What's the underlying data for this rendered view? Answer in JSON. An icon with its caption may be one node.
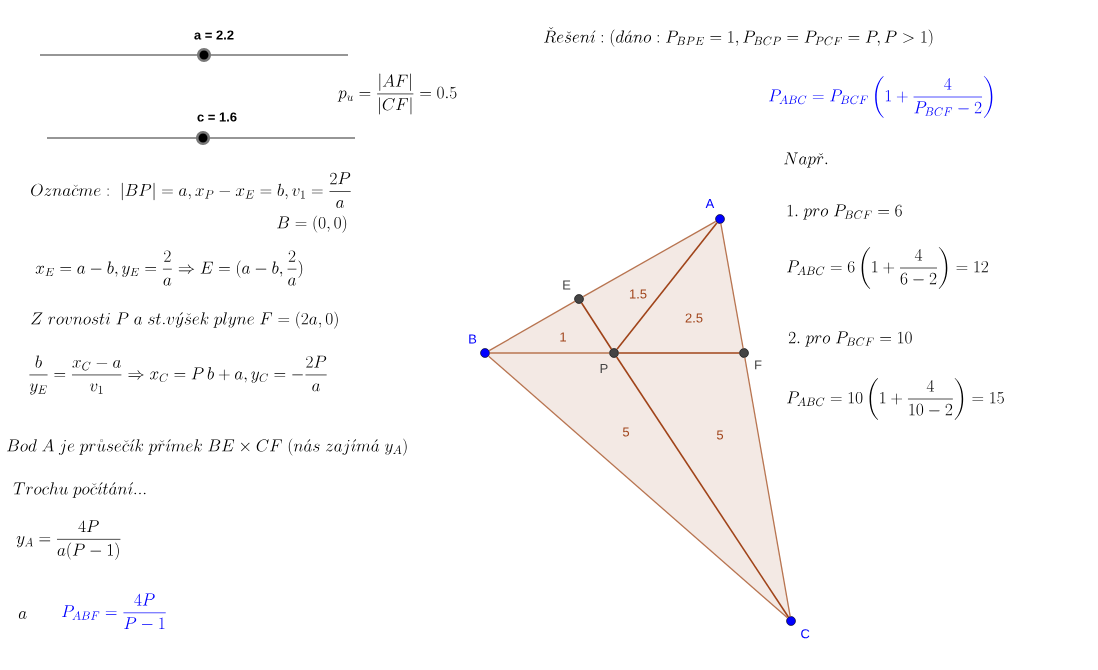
{
  "diagram": {
    "nodes": [
      {
        "text": [
          "A"
        ]
      },
      {
        "text": [
          "B"
        ]
      },
      {
        "text": [
          "C"
        ]
      },
      {
        "text": [
          "E"
        ]
      },
      {
        "text": [
          "F"
        ]
      },
      {
        "text": [
          "P"
        ]
      }
    ],
    "edges": [
      {
        "from": 1,
        "to": 3,
        "arrow": "none"
      },
      {
        "from": 3,
        "to": 0,
        "arrow": "none"
      },
      {
        "from": 0,
        "to": 4,
        "arrow": "none"
      },
      {
        "from": 4,
        "to": 2,
        "arrow": "none"
      },
      {
        "from": 1,
        "to": 2,
        "arrow": "none"
      },
      {
        "from": 1,
        "to": 5,
        "arrow": "none"
      },
      {
        "from": 5,
        "to": 4,
        "arrow": "none",
        "color": "#a0441a"
      },
      {
        "from": 3,
        "to": 5,
        "arrow": "none",
        "color": "#a0441a"
      },
      {
        "from": 0,
        "to": 5,
        "arrow": "none",
        "color": "#a0441a"
      },
      {
        "from": 5,
        "to": 2,
        "arrow": "none",
        "color": "#a0441a"
      }
    ],
    "labels": [
      "a = 2.2",
      "c = 1.6",
      "p_u=\\frac{|AF|}{|CF|}=0.5",
      "\\check{R}e\\check{s}en\\acute{\\imath}:(d\\acute{a}no:P_{BPE}=1,P_{BCP}=P_{PCF}=P,P>1)",
      "P_{ABC}=P_{BCF}\\left(1+\\frac{4}{P_{BCF}-2}\\right)",
      "Nap\\check{r}.",
      "1.\\ pro\\ P_{BCF}=6",
      "P_{ABC}=6\\left(1+\\frac{4}{6-2}\\right)=12",
      "2.\\ pro\\ P_{BCF}=10",
      "P_{ABC}=10\\left(1+\\frac{4}{10-2}\\right)=15",
      "Ozna\\check{c}me:\\ |BP|=a,x_P-x_E=b,v_1=\\frac{2P}{a}",
      "B=(0,0)",
      "x_E=a-b,y_E=\\frac{2}{a}\\Rightarrow E=(a-b,\\frac{2}{a})",
      "Z\\ rovnosti\\ P\\ a\\ st.v\\acute{y}\\check{s}ek\\ plyne\\ F=(2a,0)",
      "\\frac{b}{y_E}=\\frac{x_C-a}{v_1}\\Rightarrow x_C=P\\,b+a,y_C=-\\frac{2P}{a}",
      "Bod\\ A\\ je\\ pr\\mathring{u}se\\check{c}\\acute{\\imath}k\\ p\\check{r}\\acute{\\imath}mek\\ BE\\times CF\\ (n\\acute{a}s\\ zaj\\acute{\\imath}m\\acute{a}\\ y_A)",
      "Trochu\\ po\\check{c}\\acute{\\imath}t\\acute{a}n\\acute{\\imath}...",
      "y_A=\\frac{4P}{a(P-1)}",
      "a",
      "P_{ABF}=\\frac{4P}{P-1}",
      "1",
      "1.5",
      "2.5",
      "5",
      "5"
    ]
  }
}
